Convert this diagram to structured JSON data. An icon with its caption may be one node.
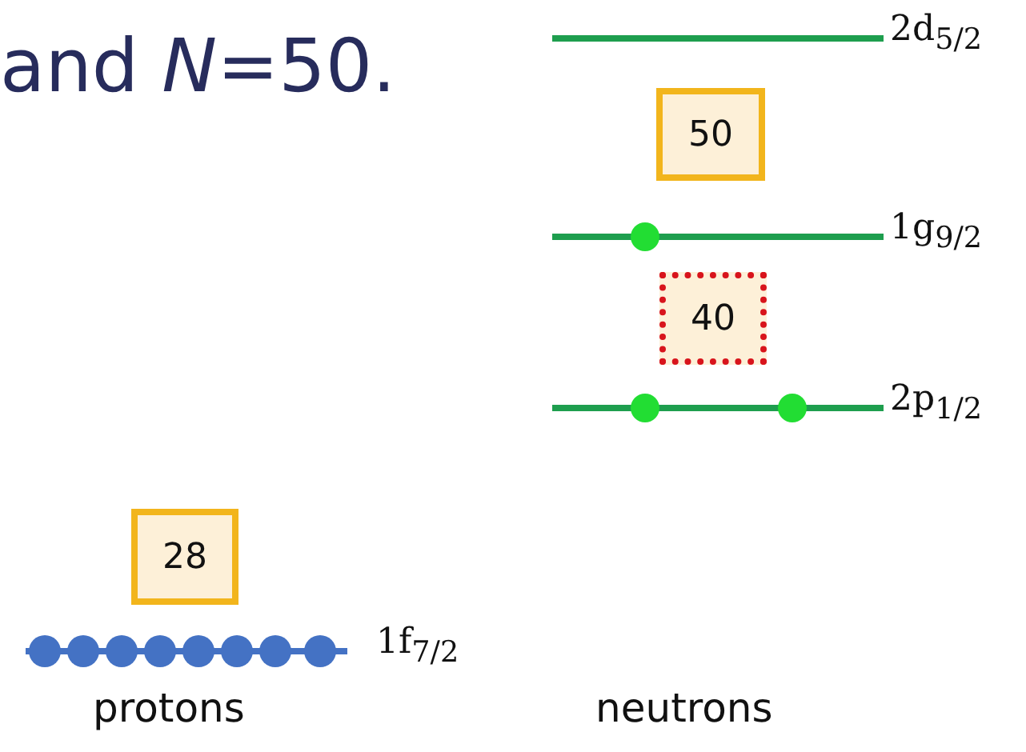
{
  "diagram": {
    "nodes": [
      {
        "text": [
          "50"
        ]
      },
      {
        "text": [
          "40"
        ]
      },
      {
        "text": [
          "28"
        ]
      }
    ],
    "edges": [],
    "labels": [
      "and *N*=50.",
      "2d$_{5/2}$",
      "1g$_{9/2}$",
      "2p$_{1/2}$",
      "1f$_{7/2}$",
      "protons",
      "neutrons"
    ]
  }
}
